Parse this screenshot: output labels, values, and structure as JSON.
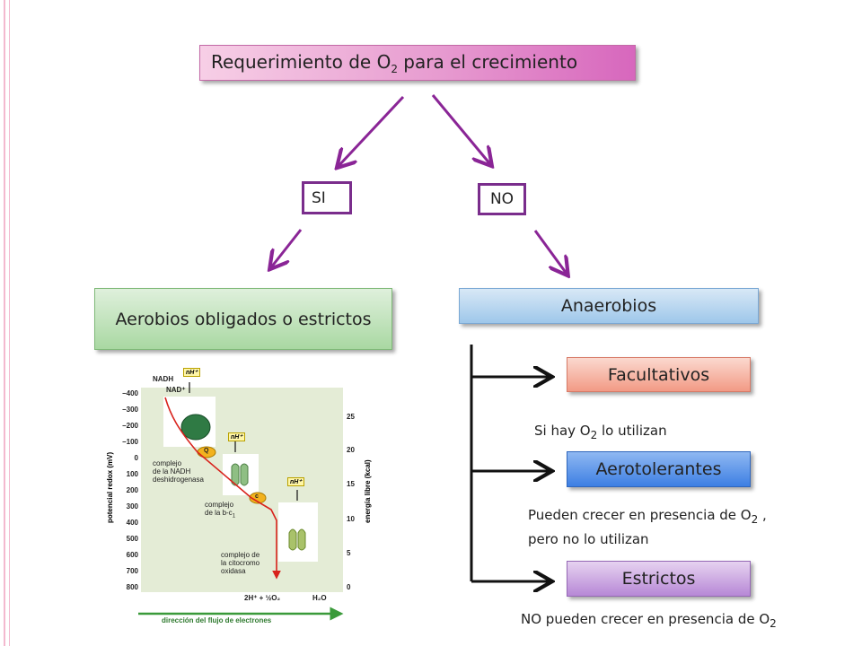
{
  "title": {
    "prefix": "Requerimiento de O",
    "sub": "2",
    "suffix": " para el crecimiento"
  },
  "branches": {
    "yes": "SI",
    "no": "NO"
  },
  "aerobic": {
    "label": "Aerobios obligados o estrictos"
  },
  "anaerobic": {
    "label": "Anaerobios"
  },
  "types": [
    {
      "label": "Facultativos",
      "note": {
        "a": "Si hay O",
        "sub": "2",
        "b": " lo utilizan"
      }
    },
    {
      "label": "Aerotolerantes",
      "note": {
        "a": "Pueden crecer en presencia de O",
        "sub": "2",
        "b": " , pero no lo utilizan"
      }
    },
    {
      "label": "Estrictos",
      "note": {
        "a": "NO pueden crecer en presencia de O",
        "sub": "2",
        "b": ""
      }
    }
  ],
  "figure": {
    "y_axis_label": "potencial redox (mV)",
    "y_ticks": [
      "−400",
      "−300",
      "−200",
      "−100",
      "0",
      "100",
      "200",
      "300",
      "400",
      "500",
      "600",
      "700",
      "800"
    ],
    "right_axis_label": "energía libre (kcal)",
    "right_ticks": [
      "25",
      "20",
      "15",
      "10",
      "5",
      "0"
    ],
    "x_axis_label": "dirección del flujo de electrones",
    "labels": {
      "nadh": "NADH",
      "nad": "NAD⁺",
      "nh": "nH⁺",
      "q": "Q",
      "c": "c",
      "complex1": "complejo de la NADH deshidrogenasa",
      "complex1_a": "complejo",
      "complex1_b": "de la NADH",
      "complex1_c": "deshidrogenasa",
      "complex2_a": "complejo",
      "complex2_b": "de la b-c",
      "complex2_sub": "1",
      "complex3_a": "complejo de",
      "complex3_b": "la citocromo",
      "complex3_c": "oxidasa",
      "water_in": "2H⁺ + ½O₂",
      "water_out": "H₂O"
    }
  },
  "colors": {
    "arrow": "#8a2596",
    "black_arrow": "#111111",
    "title_gradient": "#e79bd0",
    "aerobic_gradient": "#a9d8a2",
    "anaerobic_gradient": "#9ec7ea",
    "facultative_gradient": "#f29a85",
    "aerotolerant_gradient": "#3d7fe3",
    "strict_gradient": "#b788d6"
  }
}
